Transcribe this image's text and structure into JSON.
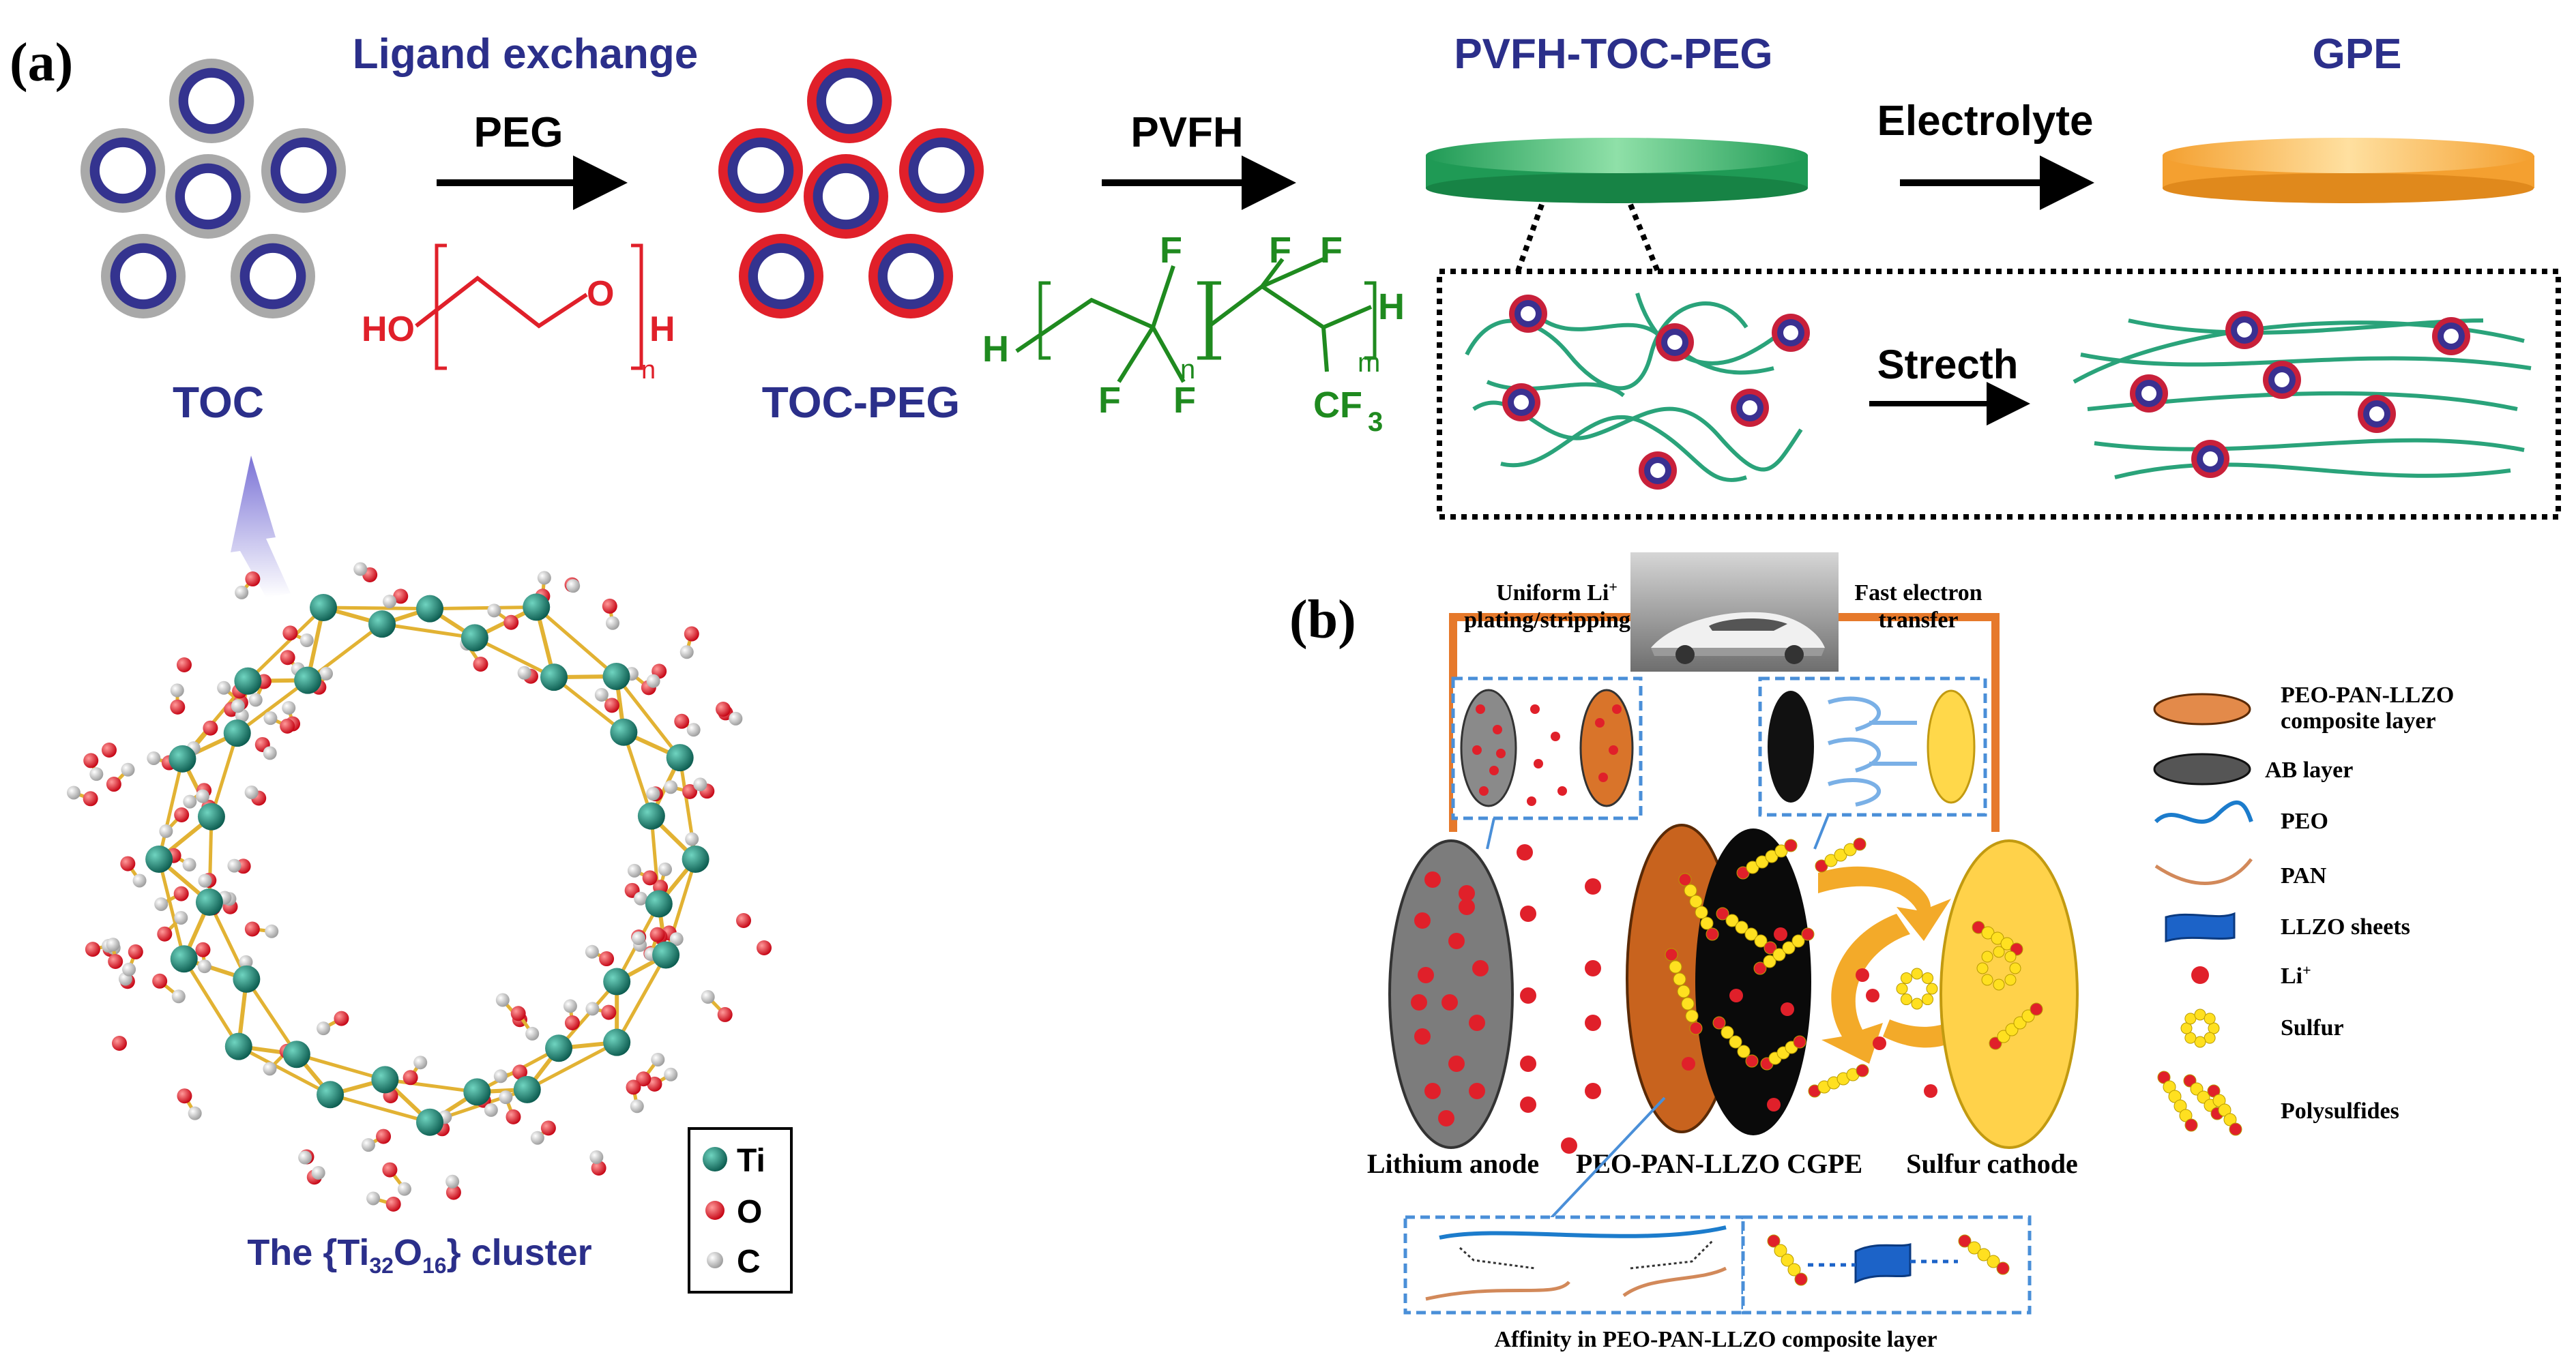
{
  "panel_a": {
    "label": "(a)",
    "toc_label": "TOC",
    "ligand_exchange": "Ligand exchange",
    "peg": "PEG",
    "toc_peg_label": "TOC-PEG",
    "pvfh": "PVFH",
    "pvfh_toc_peg": "PVFH-TOC-PEG",
    "electrolyte": "Electrolyte",
    "gpe": "GPE",
    "stretch": "Strecth",
    "cluster_caption": {
      "pre": "The {Ti",
      "sub1": "32",
      "mid": "O",
      "sub2": "16",
      "post": "} cluster"
    },
    "peg_formula": {
      "ho": "HO",
      "o": "O",
      "h": "H",
      "n": "n"
    },
    "pvfh_formula": {
      "h_left": "H",
      "h_right": "H",
      "f": "F",
      "n": "n",
      "m": "m",
      "cf3_c": "CF",
      "cf3_sub": "3"
    },
    "legend": {
      "ti": "Ti",
      "o": "O",
      "c": "C"
    }
  },
  "panel_b": {
    "label": "(b)",
    "uniform_li": "Uniform Li",
    "uniform_li_sup": "+",
    "plating": "plating/stripping",
    "fast_electron": "Fast electron",
    "transfer": "transfer",
    "lithium_anode": "Lithium anode",
    "cgpe": "PEO-PAN-LLZO CGPE",
    "sulfur_cathode": "Sulfur cathode",
    "affinity": "Affinity in PEO-PAN-LLZO composite layer",
    "legend": {
      "composite_1": "PEO-PAN-LLZO",
      "composite_2": "composite layer",
      "ab_layer": "AB layer",
      "peo": "PEO",
      "pan": "PAN",
      "llzo": "LLZO sheets",
      "li": "Li",
      "li_sup": "+",
      "sulfur": "Sulfur",
      "polysulfides": "Polysulfides"
    }
  },
  "colors": {
    "navy": "#2b2f8a",
    "red": "#e0202a",
    "green": "#1f8a1f",
    "orange": "#e6792b",
    "gold": "#f5b500",
    "teal": "#1a8070",
    "blue_dash": "#4a8fd8"
  }
}
